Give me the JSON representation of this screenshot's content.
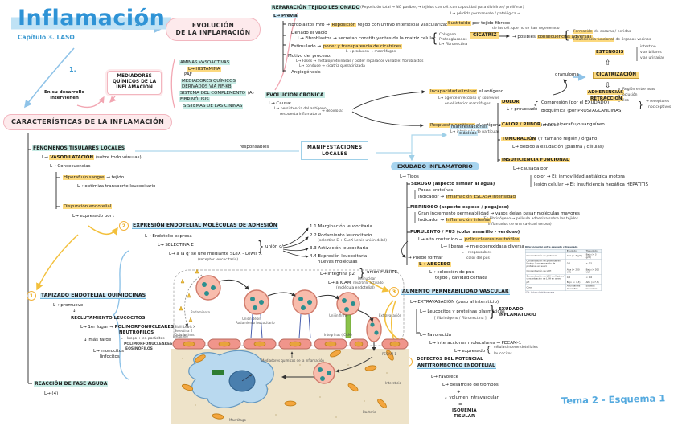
{
  "colors": {
    "highlight_yellow": "#fcd97e",
    "highlight_blue": "#c9e7f5",
    "highlight_teal": "#c6ebe4",
    "bubble_pink": "#f2b6bf",
    "ink": "#1e1e1e",
    "hand_blue": "#3d9ad1"
  },
  "meta": {
    "title": "Inflamación",
    "chapter": "Capítulo 3. LASO",
    "step1": "1.",
    "step2": "2.",
    "footer": "Tema 2 - Esquema 1"
  },
  "intro": {
    "desarrollo_1": "En su desarrollo",
    "desarrollo_2": "intervienen",
    "mediadores_box_1": "MEDIADORES",
    "mediadores_box_2": "QUÍMICOS DE LA",
    "mediadores_box_3": "INFLAMACIÓN",
    "caracteristicas": "CARACTERÍSTICAS  DE  LA  INFLAMACIÓN"
  },
  "evo": {
    "h1": "EVOLUCIÓN",
    "h2": "DE  LA  INFLAMACIÓN",
    "aminas": "AMINAS VASOACTIVAS",
    "histamina": "L→ HISTAMINA",
    "paf": "PAF",
    "med1": "MEDIADORES QUÍMICOS",
    "med2": "DERIVADOS VÍA NF-KB",
    "complemento": "SISTEMA DEL COMPLEMENTO",
    "complemento_ref": "(A)",
    "fibrinolisis": "FIBRINÓLISIS",
    "cininas": "SISTEMAS DE LAS CININAS"
  },
  "rep": {
    "h": "REPARACIÓN TEJIDO LESIONADO",
    "nota1": "(Reposición total → NO posible, → tejidos con cél. con capacidad para dividirse / proliferar)",
    "nota2": "L→ pérdida permanente / patológica →",
    "previa": "L→ Previa",
    "fibro_pre": "Fibroblastos mfb → ",
    "fibro_hl": "Reposición",
    "fibro_post": " tejido conjuntivo intersticial vascularizado ←",
    "sust_hl": "Sustituido",
    "sust_post": " por tejido fibroso",
    "sust_note": "de las cél. que no se han regenerado",
    "llenado": "Llenado el vacío",
    "fibro2": "L→ Fibroblastos → secretan constituyentes de la matriz celular",
    "mat1": "Colágeno",
    "mat2": "Proteoglucanos",
    "mat3": "L→ Fibronectina",
    "estimulado_pre": "Estimulado → ",
    "estimulado_hl": "poder y transparencia de cicatrices",
    "producen": "L→ producen → macrófagos",
    "motivo": "Motivo del proceso:",
    "fases": "L→ Fases → metaloproteinasas / poder reparador variable: fibroblastos",
    "conduce": "L→ conduce → cicatriz queratinizada",
    "angio": "Angiogénesis",
    "cicatriz": "CICATRIZ",
    "consec_pre": "→ posibles ",
    "consec_hl": "consecuencias adversas",
    "cons1_hl": "Formación",
    "cons1_post": " de escaras / heridas",
    "cons2_hl": "Insuficiencia funcional",
    "cons2_post": " de órganos vecinos"
  },
  "right": {
    "estenosis": "ESTENOSIS",
    "e1": "intestino",
    "e2": "vías biliares",
    "e3": "vías urinarias",
    "up": "⇧",
    "cicatrizacion": "CICATRIZACIÓN",
    "down": "⇩",
    "adh1": "ADHERENCIAS",
    "adh2": "RETRACCIÓN",
    "n1": "Región entre asas",
    "n2": "oclusión",
    "n3": "íleo"
  },
  "cron": {
    "h": "EVOLUCIÓN  CRÓNICA",
    "causa": "L→ Causa:",
    "p1": "L→ persistencia del antígeno",
    "p2": "respuesta inflamatoria",
    "debido": "→ debido a:",
    "inc_hl": "Incapacidad eliminar",
    "inc_post": " el antígeno",
    "inc1": "L→ agente infeccioso q' sobrevive",
    "inc2": "en el interior macrófagos",
    "granuloma": "granuloma",
    "res_hl": "Respuesta continua",
    "res_post": " al antígeno → Ej: tóxicos ambientales",
    "res1": "L→ inhalación de partículas"
  },
  "fen": {
    "h": "FENÓMENOS  TISULARES  LOCALES",
    "responsables": "responsables",
    "man1": "MANIFESTACIONES",
    "man2": "LOCALES",
    "vaso_pre": "L→ ",
    "vaso_hl": "VASODILATACIÓN",
    "vaso_post": " (sobre todo vénulas)",
    "consecuencias": "L→ Consecuencias",
    "hiper_hl": "Hiperaflujo sangre",
    "hiper_post": " → tejido",
    "optimiza": "L→ optimiza transporte leucocitario",
    "disyuncion": "Disyunción endotelial",
    "expresado": "L→ expresado por :"
  },
  "adh": {
    "num": "2",
    "h": "EXPRESIÓN ENDOTELIAL  MOLÉCULAS DE ADHESIÓN",
    "endotelio": "L→ Endotelio expresa",
    "selectina": "L→ SELECTINA E",
    "slex": "L→ a la q' se une mediante SLeX - Lewis X",
    "receptor": "(receptor leucocitario)",
    "union": "unión c/",
    "s1": "1.1  Marginación leucocitaria",
    "s2": "2.2  Rodamiento leucocitario",
    "s2b": "(selectina E + SLeX-Lewis unión débil)",
    "s3": "3.3  Activación leucocitaria",
    "s4": "4.4  Expresión leucocitaria",
    "s4b": "nuevas moléculas",
    "integrina": "L→ Integrina β2",
    "fuerte": "unión FUERTE",
    "icam": "L→ a ICAM",
    "icam2": "(molécula endotelial)"
  },
  "tap": {
    "num": "1",
    "h": "TAPIZADO ENDOTELIAL QUIMIOCINAS",
    "promueve": "L→ promueve",
    "flecha": "↓",
    "recluta": "RECLUTAMIENTO  LEUCOCITOS",
    "primer": "L→ 1er lugar → ",
    "pmn1": "POLIMORFONUCLEARES",
    "pmn2": "NEUTRÓFILOS",
    "tarde": "↓ más tarde",
    "mono1": "L→ monocitos",
    "mono2": "linfocitos",
    "luego": "L→ luego + en parásitos :",
    "eos1": "POLIMORFONUCLEARES",
    "eos2": "EOSINÓFILOS",
    "fase": "REACCIÓN  DE  FASE  AGUDA",
    "ref": "L→ (4)"
  },
  "perm": {
    "num": "3",
    "h": "AUMENTO PERMEABILIDAD VASCULAR",
    "extra": "L→ EXTRAVASACIÓN  (paso al intersticio)",
    "leucos": "L→ Leucocitos y proteínas plasmáticas",
    "plasma": "[ Fibrinógeno / Fibronectina ]",
    "ex1": "EXUDADO",
    "ex2": "INFLAMATORIO",
    "favorecida": "L→ Favorecida",
    "inter": "L→ interacciones moleculares → PECAM-1",
    "expresado": "L→ expresado",
    "cel1": "células interendoteliales",
    "cel2": "leucocitos"
  },
  "def": {
    "num": "4",
    "h1": "DEFECTOS DEL POTENCIAL",
    "h2": "ANTITROMBÓTICO ENDOTELIAL",
    "favorece": "L→ Favorece",
    "trombos": "L→ desarrollo de trombos",
    "plus": "+",
    "volumen": "↓ volumen intravascular",
    "igual": "=",
    "isq1": "ISQUEMIA",
    "isq2": "TISULAR"
  },
  "man": {
    "clas1": "manifestaciones",
    "clas2": "clásicas",
    "dolor": "DOLOR",
    "provocado": "L→ provocado",
    "comp": "Compresión (por el EXUDADO)",
    "bioq": "Bioquímica (por PROSTAGLANDINAS)",
    "rec1": "→ receptores",
    "rec2": "nociceptivos",
    "calor_hl": "CALOR / RUBOR",
    "calor_post": " → por hiperaflujo sanguíneo",
    "tum_hl": "TUMORACIÓN",
    "tum_post": " (↑ tamaño región / órgano)",
    "tum_sub": "L→ debido a exudación (plasma / células)",
    "insuf": "INSUFICIENCIA  FUNCIONAL",
    "causada": "L→ causada por",
    "c1": "dolor → Ej: inmovilidad antiálgica motora",
    "c2": "lesión celular → Ej: insuficiencia hepática  HEPATITIS"
  },
  "exu": {
    "h": "EXUDADO  INFLAMATORIO",
    "tipos": "L→ Tipos",
    "seroso": "SEROSO  (aspecto similar al agua)",
    "ser1": "Pocas proteínas",
    "ser2_pre": "Indicador → ",
    "ser2_hl": "Inflamación ESCASA intensidad",
    "fibrinoso": "FIBRINOSO  (aspecto espeso / pegajoso)",
    "fib1": "Gran incremento permeabilidad → vasos dejan pasar moléculas mayores",
    "fib2_pre": "Indicador → ",
    "fib2_hl": "Inflamación intensa",
    "fib3a": "(Ej: Fibrinógeno → película adhesiva sobre los tejidos",
    "fib3b": "inflamados de una cavidad serosa)",
    "pur": "PURULENTO / PUS  (color amarillo - verdoso)",
    "pur1_pre": "L→ alto contenido → ",
    "pur1_hl": "polinucleares neutrófilos",
    "pur2": "L→ liberan → mieloperoxidasa diversa",
    "pur3a": "L→ responsables",
    "pur3b": "color del pus",
    "puede": "→ Puede formar",
    "absceso": "L→ ABSCESO",
    "abs1": "L→ colección de pus",
    "abs2": "tejido / cavidad cerrada"
  },
  "tab": {
    "title": "Diferenciación entre exudado y trasudado",
    "c1": "Exudado",
    "c2": "Trasudado",
    "rows": [
      {
        "l": "Concentración de proteínas",
        "a": "Alta (> 3 g/dl)",
        "b": "Baja (< 3 g/dl)"
      },
      {
        "l": "Concentración de proteínas en líquido / concentración de proteínas en suero",
        "a": "0,5",
        "b": "< 0,5"
      },
      {
        "l": "Concentración de LDH",
        "a": "Alta (> 200 UI/l)",
        "b": "Baja (< 200 UI/l)"
      },
      {
        "l": "Concentración de LDH en líquido / concentración de LDH en suero",
        "a": "0,6",
        "b": "< 0,6"
      },
      {
        "l": "pH",
        "a": "Bajo (< 7,3)",
        "b": "Alto (> 7,3)"
      },
      {
        "l": "Otros",
        "a": "Abundantes leucocitos",
        "b": "Escasos leucocitos"
      }
    ],
    "foot": "LDH: lactato deshidrogenasa."
  },
  "ill": {
    "rodamiento": "Rodamiento",
    "debil1": "Unión débil",
    "debil2": "Rodamiento leucocitario",
    "firme": "Unión firme",
    "pmn1": "Polinuclear",
    "pmn2": "neutrófilo activado",
    "extra": "Extravasación",
    "sialil": "Sialil Lewis X",
    "selectina": "Selectina E",
    "quimiocinas": "Quimiocinas",
    "integrinas": "Integrinas (ICAM)",
    "pecam": "PECAM-1",
    "endotelio": "Endotelio",
    "mediadores": "Mediadores químicos de la inflamación",
    "macrofago": "Macrófago",
    "bacteria": "Bacteria",
    "intersticio": "Intersticio"
  }
}
